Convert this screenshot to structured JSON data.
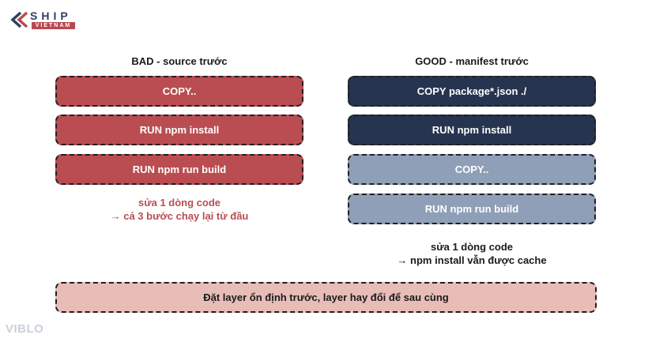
{
  "logo": {
    "name": "SHIP",
    "subname": "VIETNAM",
    "brand_color": "#b94a4f",
    "dark_color": "#2f3f63"
  },
  "left": {
    "heading": "BAD - source trước",
    "steps": [
      "COPY..",
      "RUN npm install",
      "RUN npm run build"
    ],
    "note_line1": "sửa 1 dòng code",
    "note_line2": "→ cả 3 bước chạy lại từ đầu",
    "color": "#b94d51"
  },
  "right": {
    "heading": "GOOD - manifest trước",
    "steps": [
      "COPY package*.json ./",
      "RUN npm install",
      "COPY..",
      "RUN npm run build"
    ],
    "note_line1": "sửa 1 dòng code",
    "note_line2": "→ npm install vẫn được cache",
    "cached_color": "#27344f",
    "rerun_color": "#8f9fb7"
  },
  "banner": {
    "text": "Đặt layer ổn định trước, layer hay đổi để sau cùng",
    "color": "#e8bdb8"
  },
  "watermark": "VIBLO"
}
